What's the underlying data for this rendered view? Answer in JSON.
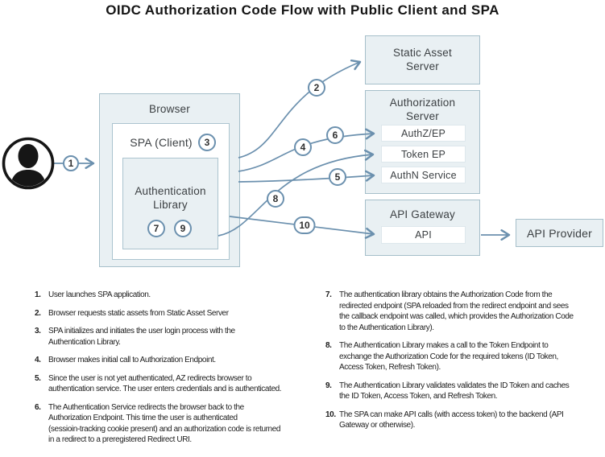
{
  "title": "OIDC Authorization Code Flow with Public Client and SPA",
  "palette": {
    "box_fill": "#e9f0f3",
    "box_border": "#a6bfca",
    "connector_blue": "#6b90ae",
    "icon_black": "#161616"
  },
  "diagram": {
    "browser_label": "Browser",
    "spa_label": "SPA (Client)",
    "auth_library_label": "Authentication\nLibrary",
    "static_asset_label": "Static Asset\nServer",
    "auth_server_label": "Authorization\nServer",
    "endpoints": [
      "AuthZ/EP",
      "Token EP",
      "AuthN Service"
    ],
    "api_gateway_label": "API Gateway",
    "api_label": "API",
    "api_provider_label": "API Provider",
    "badges": {
      "b1": "1",
      "b2": "2",
      "b3": "3",
      "b4": "4",
      "b5": "5",
      "b6": "6",
      "b7": "7",
      "b8": "8",
      "b9": "9",
      "b10": "10"
    }
  },
  "steps_left": [
    {
      "num": "1.",
      "text": "User launches SPA application."
    },
    {
      "num": "2.",
      "text": "Browser requests static assets from Static Asset Server"
    },
    {
      "num": "3.",
      "text": "SPA initializes and initiates the user login process with the\nAuthentication Library."
    },
    {
      "num": "4.",
      "text": "Browser makes initial call to Authorization Endpoint."
    },
    {
      "num": "5.",
      "text": "Since the user is not yet authenticated, AZ redirects browser to\nauthentication service. The user enters credentials and is authenticated."
    },
    {
      "num": "6.",
      "text": "The Authentication Service redirects the browser back to the\nAuthorization Endpoint.  This time the user is authenticated\n(sessioin-tracking cookie present) and an authorization code is returned\nin a redirect to a preregistered  Redirect URI."
    }
  ],
  "steps_right": [
    {
      "num": "7.",
      "text": "The authentication library obtains the Authorization Code from the\nredirected endpoint (SPA reloaded from the redirect endpoint and sees\nthe callback endpoint was called, which provides the Authorization Code\nto the Authentication Library)."
    },
    {
      "num": "8.",
      "text": "The Authentication Library makes a call to the Token Endpoint to\nexchange the Authorization Code for the required tokens (ID Token,\nAccess Token, Refresh Token)."
    },
    {
      "num": "9.",
      "text": "The Authentication Library validates validates the ID Token and caches\nthe ID Token, Access Token, and Refresh Token."
    },
    {
      "num": "10.",
      "text": "The SPA can make API calls (with access token) to the backend (API\nGateway or otherwise)."
    }
  ]
}
